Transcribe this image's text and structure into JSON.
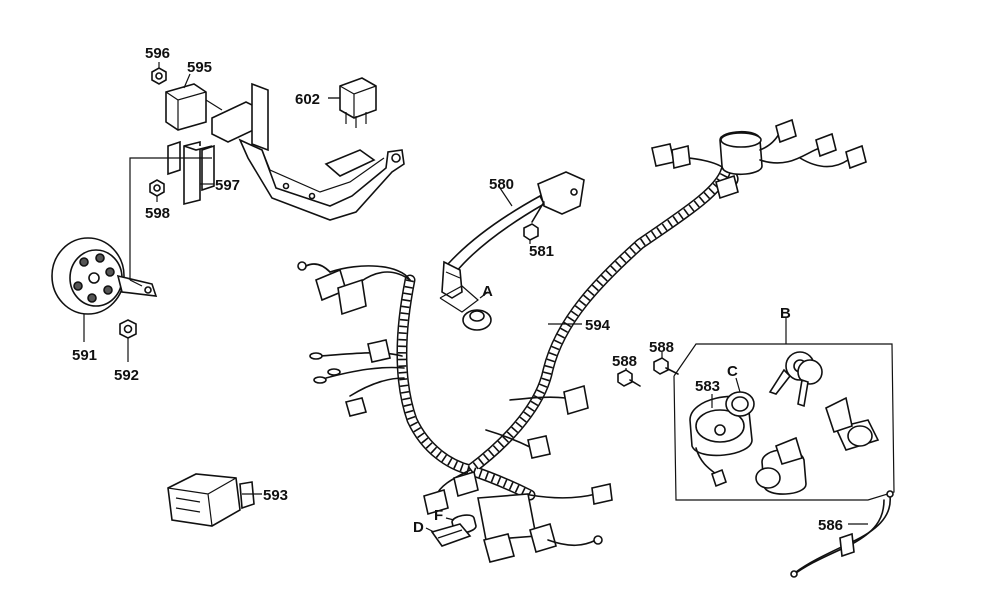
{
  "callouts": {
    "p596": "596",
    "p595": "595",
    "p602": "602",
    "p597": "597",
    "p598": "598",
    "p591": "591",
    "p592": "592",
    "p580": "580",
    "p581": "581",
    "pA": "A",
    "p594": "594",
    "p588a": "588",
    "p588b": "588",
    "p583": "583",
    "pC": "C",
    "pB": "B",
    "p593": "593",
    "pF": "F",
    "pD": "D",
    "p586": "586"
  }
}
